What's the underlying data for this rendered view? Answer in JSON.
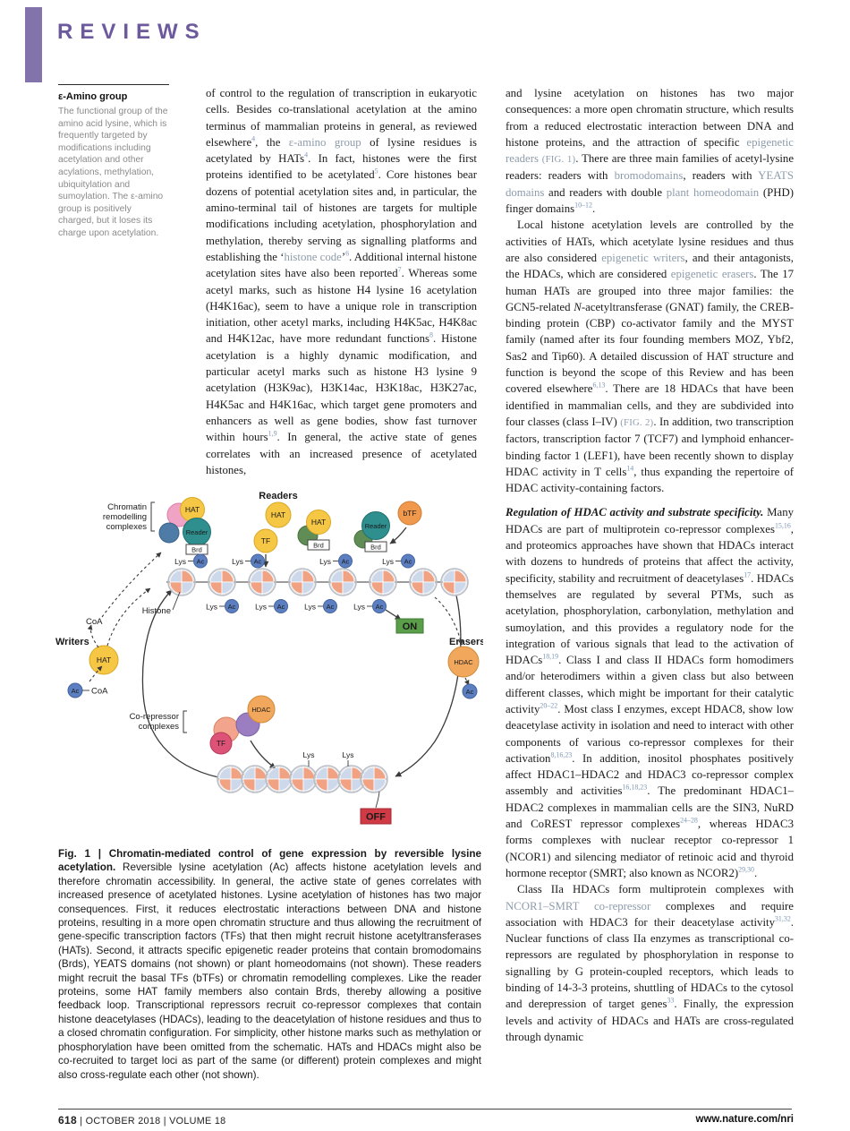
{
  "header": {
    "title": "REVIEWS"
  },
  "glossary": {
    "title": "ε-Amino group",
    "body": "The functional group of the amino acid lysine, which is frequently targeted by modifications including acetylation and other acylations, methylation, ubiquitylation and sumoylation. The ε-amino group is positively charged, but it loses its charge upon acetylation."
  },
  "col1": {
    "paragraphs": [
      {
        "indent": false,
        "gap": false,
        "segments": [
          {
            "s": "n",
            "t": "of control to the regulation of transcription in eukaryotic cells. Besides co-translational acetylation at the amino terminus of mammalian proteins in general, as reviewed elsewhere"
          },
          {
            "s": "r",
            "t": "4"
          },
          {
            "s": "n",
            "t": ", the "
          },
          {
            "s": "g",
            "t": "ε-amino group"
          },
          {
            "s": "n",
            "t": " of lysine residues is acetylated by HATs"
          },
          {
            "s": "r",
            "t": "4"
          },
          {
            "s": "n",
            "t": ". In fact, histones were the first proteins identified to be acetylated"
          },
          {
            "s": "r",
            "t": "5"
          },
          {
            "s": "n",
            "t": ". Core histones bear dozens of potential acetylation sites and, in particular, the amino-terminal tail of histones are targets for multiple modifications including acetylation, phosphorylation and methylation, thereby serving as signalling platforms and establishing the ‘"
          },
          {
            "s": "g",
            "t": "histone code"
          },
          {
            "s": "n",
            "t": "’"
          },
          {
            "s": "r",
            "t": "6"
          },
          {
            "s": "n",
            "t": ". Additional internal histone acetylation sites have also been reported"
          },
          {
            "s": "r",
            "t": "7"
          },
          {
            "s": "n",
            "t": ". Whereas some acetyl marks, such as histone H4 lysine 16 acetylation (H4K16ac), seem to have a unique role in transcription initiation, other acetyl marks, including H4K5ac, H4K8ac and H4K12ac, have more redundant functions"
          },
          {
            "s": "r",
            "t": "8"
          },
          {
            "s": "n",
            "t": ". Histone acetylation is a highly dynamic modification, and particular acetyl marks such as histone H3 lysine 9 acetylation (H3K9ac), H3K14ac, H3K18ac, H3K27ac, H4K5ac and H4K16ac, which target gene promoters and enhancers as well as gene bodies, show fast turnover within hours"
          },
          {
            "s": "r",
            "t": "1,9"
          },
          {
            "s": "n",
            "t": ". In general, the active state of genes correlates with an increased presence of acetylated histones,"
          }
        ]
      }
    ]
  },
  "col2": {
    "paragraphs": [
      {
        "indent": false,
        "gap": false,
        "segments": [
          {
            "s": "n",
            "t": "and lysine acetylation on histones has two major consequences: a more open chromatin structure, which results from a reduced electrostatic interaction between DNA and histone proteins, and the attraction of specific "
          },
          {
            "s": "g",
            "t": "epigenetic readers"
          },
          {
            "s": "n",
            "t": " "
          },
          {
            "s": "sc",
            "t": "(FIG. 1)"
          },
          {
            "s": "n",
            "t": ". There are three main families of acetyl-lysine readers: readers with "
          },
          {
            "s": "g",
            "t": "bromodomains"
          },
          {
            "s": "n",
            "t": ", readers with "
          },
          {
            "s": "g",
            "t": "YEATS domains"
          },
          {
            "s": "n",
            "t": " and readers with double "
          },
          {
            "s": "g",
            "t": "plant homeodomain"
          },
          {
            "s": "n",
            "t": " (PHD) finger domains"
          },
          {
            "s": "r",
            "t": "10–12"
          },
          {
            "s": "n",
            "t": "."
          }
        ]
      },
      {
        "indent": true,
        "gap": false,
        "segments": [
          {
            "s": "n",
            "t": "Local histone acetylation levels are controlled by the activities of HATs, which acetylate lysine residues and thus are also considered "
          },
          {
            "s": "g",
            "t": "epigenetic writers"
          },
          {
            "s": "n",
            "t": ", and their antagonists, the HDACs, which are considered "
          },
          {
            "s": "g",
            "t": "epigenetic erasers"
          },
          {
            "s": "n",
            "t": ". The 17 human HATs are grouped into three major families: the GCN5-related "
          },
          {
            "s": "i",
            "t": "N"
          },
          {
            "s": "n",
            "t": "-acetyltransferase (GNAT) family, the CREB-binding protein (CBP) co-activator family and the MYST family (named after its four founding members MOZ, Ybf2, Sas2 and Tip60). A detailed discussion of HAT structure and function is beyond the scope of this Review and has been covered elsewhere"
          },
          {
            "s": "r",
            "t": "6,13"
          },
          {
            "s": "n",
            "t": ". There are 18 HDACs that have been identified in mammalian cells, and they are subdivided into four classes (class I–IV) "
          },
          {
            "s": "sc",
            "t": "(FIG. 2)"
          },
          {
            "s": "n",
            "t": ". In addition, two transcription factors, transcription factor 7 (TCF7) and lymphoid enhancer-binding factor 1 (LEF1), have been recently shown to display HDAC activity in T cells"
          },
          {
            "s": "r",
            "t": "14"
          },
          {
            "s": "n",
            "t": ", thus expanding the repertoire of HDAC activity-containing factors."
          }
        ]
      },
      {
        "indent": false,
        "gap": true,
        "segments": [
          {
            "s": "bi",
            "t": "Regulation of HDAC activity and substrate specificity. "
          },
          {
            "s": "n",
            "t": "Many HDACs are part of multiprotein co-repressor complexes"
          },
          {
            "s": "r",
            "t": "15,16"
          },
          {
            "s": "n",
            "t": ", and proteomics approaches have shown that HDACs interact with dozens to hundreds of proteins that affect the activity, specificity, stability and recruitment of deacetylases"
          },
          {
            "s": "r",
            "t": "17"
          },
          {
            "s": "n",
            "t": ". HDACs themselves are regulated by several PTMs, such as acetylation, phosphorylation, carbonylation, methylation and sumoylation, and this provides a regulatory node for the integration of various signals that lead to the activation of HDACs"
          },
          {
            "s": "r",
            "t": "18,19"
          },
          {
            "s": "n",
            "t": ". Class I and class II HDACs form homodimers and/or heterodimers within a given class but also between different classes, which might be important for their catalytic activity"
          },
          {
            "s": "r",
            "t": "20–22"
          },
          {
            "s": "n",
            "t": ". Most class I enzymes, except HDAC8, show low deacetylase activity in isolation and need to interact with other components of various co-repressor complexes for their activation"
          },
          {
            "s": "r",
            "t": "8,16,23"
          },
          {
            "s": "n",
            "t": ". In addition, inositol phosphates positively affect HDAC1–HDAC2 and HDAC3 co-repressor complex assembly and activities"
          },
          {
            "s": "r",
            "t": "16,18,23"
          },
          {
            "s": "n",
            "t": ". The predominant HDAC1–HDAC2 complexes in mammalian cells are the SIN3, NuRD and CoREST repressor complexes"
          },
          {
            "s": "r",
            "t": "24–28"
          },
          {
            "s": "n",
            "t": ", whereas HDAC3 forms complexes with nuclear receptor co-repressor 1 (NCOR1) and silencing mediator of retinoic acid and thyroid hormone receptor (SMRT; also known as NCOR2)"
          },
          {
            "s": "r",
            "t": "29,30"
          },
          {
            "s": "n",
            "t": "."
          }
        ]
      },
      {
        "indent": true,
        "gap": false,
        "segments": [
          {
            "s": "n",
            "t": "Class IIa HDACs form multiprotein complexes with "
          },
          {
            "s": "g",
            "t": "NCOR1–SMRT co-repressor"
          },
          {
            "s": "n",
            "t": " complexes and require association with HDAC3 for their deacetylase activity"
          },
          {
            "s": "r",
            "t": "31,32"
          },
          {
            "s": "n",
            "t": ". Nuclear functions of class IIa enzymes as transcriptional co-repressors are regulated by phosphorylation in response to signalling by G protein-coupled receptors, which leads to binding of 14-3-3 proteins, shuttling of HDACs to the cytosol and derepression of target genes"
          },
          {
            "s": "r",
            "t": "33"
          },
          {
            "s": "n",
            "t": ". Finally, the expression levels and activity of HDACs and HATs are cross-regulated through dynamic"
          }
        ]
      }
    ]
  },
  "figure": {
    "diagram": {
      "readers_label": "Readers",
      "writers_label": "Writers",
      "erasers_label": "Erasers",
      "chromatin_label_1": "Chromatin",
      "chromatin_label_2": "remodelling",
      "chromatin_label_3": "complexes",
      "corepressor_label_1": "Co-repressor",
      "corepressor_label_2": "complexes",
      "histone_label": "Histone",
      "hat": "HAT",
      "reader": "Reader",
      "brd": "Brd",
      "tf": "TF",
      "btf": "bTF",
      "hdac": "HDAC",
      "lys": "Lys",
      "ac": "Ac",
      "coa": "CoA",
      "on": "ON",
      "off": "OFF"
    },
    "caption": {
      "paragraphs": [
        {
          "indent": false,
          "gap": false,
          "segments": [
            {
              "s": "b",
              "t": "Fig. 1 | Chromatin-mediated control of gene expression by reversible lysine acetylation. "
            },
            {
              "s": "n",
              "t": "Reversible lysine acetylation (Ac) affects histone acetylation levels and therefore chromatin accessibility. In general, the active state of genes correlates with increased presence of acetylated histones. Lysine acetylation of histones has two major consequences. First, it reduces electrostatic interactions between DNA and histone proteins, resulting in a more open chromatin structure and thus allowing the recruitment of gene-specific transcription factors (TFs) that then might recruit histone acetyltransferases (HATs). Second, it attracts specific epigenetic reader proteins that contain bromodomains (Brds), YEATS domains (not shown) or plant homeodomains (not shown). These readers might recruit the basal TFs (bTFs) or chromatin remodelling complexes. Like the reader proteins, some HAT family members also contain Brds, thereby allowing a positive feedback loop. Transcriptional repressors recruit co-repressor complexes that contain histone deacetylases (HDACs), leading to the deacetylation of histone residues and thus to a closed chromatin configuration. For simplicity, other histone marks such as methylation or phosphorylation have been omitted from the schematic. HATs and HDACs might also be co-recruited to target loci as part of the same (or different) protein complexes and might also cross-regulate each other (not shown)."
            }
          ]
        }
      ]
    }
  },
  "footer": {
    "page": "618",
    "issue": "| OCTOBER 2018 | VOLUME 18",
    "site": "www.nature.com/nri"
  },
  "colors": {
    "brand_purple": "#6d5a9d",
    "on_green": "#5a9e4a",
    "off_red": "#cf3a45",
    "hat_yellow": "#f6c645",
    "reader_teal": "#2f8f8f",
    "ac_blue": "#5b7fc0",
    "hdac_orange": "#f2a85c"
  }
}
